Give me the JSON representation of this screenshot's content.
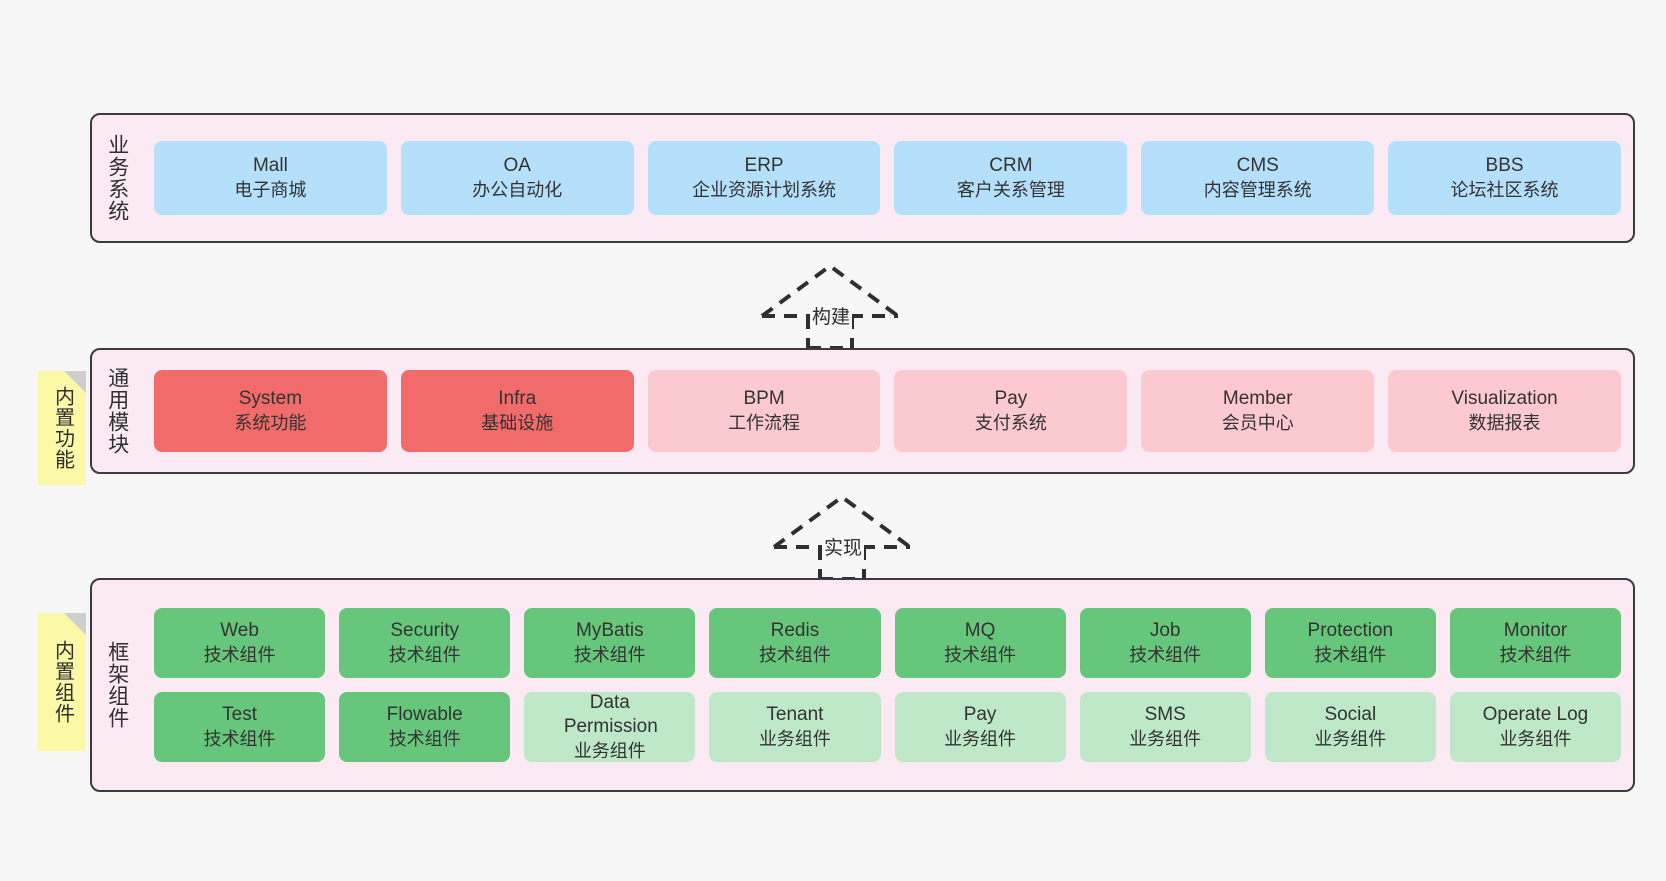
{
  "diagram": {
    "background": "#f7f7f7",
    "layers": [
      {
        "id": "business",
        "title": "业务系统",
        "modules": [
          {
            "name": "Mall",
            "desc": "电子商城",
            "style": "blue"
          },
          {
            "name": "OA",
            "desc": "办公自动化",
            "style": "blue"
          },
          {
            "name": "ERP",
            "desc": "企业资源计划系统",
            "style": "blue"
          },
          {
            "name": "CRM",
            "desc": "客户关系管理",
            "style": "blue"
          },
          {
            "name": "CMS",
            "desc": "内容管理系统",
            "style": "blue"
          },
          {
            "name": "BBS",
            "desc": "论坛社区系统",
            "style": "blue"
          }
        ]
      },
      {
        "id": "common",
        "title": "通用模块",
        "note": "内置功能",
        "modules": [
          {
            "name": "System",
            "desc": "系统功能",
            "style": "red"
          },
          {
            "name": "Infra",
            "desc": "基础设施",
            "style": "red"
          },
          {
            "name": "BPM",
            "desc": "工作流程",
            "style": "pinklight"
          },
          {
            "name": "Pay",
            "desc": "支付系统",
            "style": "pinklight"
          },
          {
            "name": "Member",
            "desc": "会员中心",
            "style": "pinklight"
          },
          {
            "name": "Visualization",
            "desc": "数据报表",
            "style": "pinklight"
          }
        ]
      },
      {
        "id": "framework",
        "title": "框架组件",
        "note": "内置组件",
        "rows": [
          [
            {
              "name": "Web",
              "desc": "技术组件",
              "style": "green"
            },
            {
              "name": "Security",
              "desc": "技术组件",
              "style": "green"
            },
            {
              "name": "MyBatis",
              "desc": "技术组件",
              "style": "green"
            },
            {
              "name": "Redis",
              "desc": "技术组件",
              "style": "green"
            },
            {
              "name": "MQ",
              "desc": "技术组件",
              "style": "green"
            },
            {
              "name": "Job",
              "desc": "技术组件",
              "style": "green"
            },
            {
              "name": "Protection",
              "desc": "技术组件",
              "style": "green"
            },
            {
              "name": "Monitor",
              "desc": "技术组件",
              "style": "green"
            }
          ],
          [
            {
              "name": "Test",
              "desc": "技术组件",
              "style": "green"
            },
            {
              "name": "Flowable",
              "desc": "技术组件",
              "style": "green"
            },
            {
              "name": "Data Permission",
              "desc": "业务组件",
              "style": "greenlight"
            },
            {
              "name": "Tenant",
              "desc": "业务组件",
              "style": "greenlight"
            },
            {
              "name": "Pay",
              "desc": "业务组件",
              "style": "greenlight"
            },
            {
              "name": "SMS",
              "desc": "业务组件",
              "style": "greenlight"
            },
            {
              "name": "Social",
              "desc": "业务组件",
              "style": "greenlight"
            },
            {
              "name": "Operate Log",
              "desc": "业务组件",
              "style": "greenlight"
            }
          ]
        ]
      }
    ],
    "connectors": [
      {
        "id": "build",
        "label": "构建",
        "from": "common",
        "to": "business"
      },
      {
        "id": "implement",
        "label": "实现",
        "from": "framework",
        "to": "common"
      }
    ],
    "colors": {
      "panel_bg": "#fbeaf4",
      "panel_border": "#3b3b3b",
      "blue": "#b5e0fb",
      "red": "#f26b6b",
      "pink_light": "#fbc9cf",
      "green": "#66c77c",
      "green_light": "#bfe8c9",
      "note_bg": "#fbf8a8",
      "note_fold": "#cfcfcf"
    }
  }
}
